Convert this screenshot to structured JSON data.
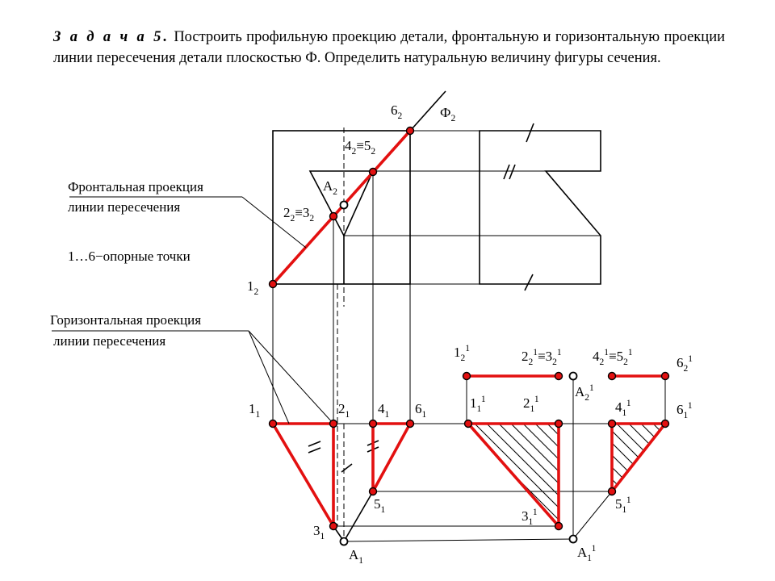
{
  "task": {
    "title": "З а д а ч а 5.",
    "text": "Построить профильную проекцию детали, фронтальную и горизонтальную проекции линии пересечения детали плоскостью Ф. Определить натуральную величину фигуры сечения."
  },
  "callouts": {
    "frontal_line1": "Фронтальная проекция",
    "frontal_line2": "линии пересечения",
    "reference": "1…6−опорные точки",
    "horizontal_line1": "Горизонтальная проекция",
    "horizontal_line2": "линии пересечения"
  },
  "labels": {
    "phi2": [
      "Ф",
      "2"
    ],
    "p6_2": [
      "6",
      "2"
    ],
    "p45_2": [
      "4",
      "2",
      "≡5",
      "2"
    ],
    "pA2": [
      "A",
      "2"
    ],
    "p23_2": [
      "2",
      "2",
      "≡3",
      "2"
    ],
    "p1_2": [
      "1",
      "2"
    ],
    "p1_1": [
      "1",
      "1"
    ],
    "p2_1": [
      "2",
      "1"
    ],
    "p4_1": [
      "4",
      "1"
    ],
    "p6_1": [
      "6",
      "1"
    ],
    "p5_1": [
      "5",
      "1"
    ],
    "p3_1": [
      "3",
      "1"
    ],
    "pA1": [
      "A",
      "1"
    ],
    "p1_21": [
      "1",
      "2",
      "1"
    ],
    "p23_21": [
      "2",
      "2",
      "1",
      "≡3",
      "2",
      "1"
    ],
    "p45_21": [
      "4",
      "2",
      "1",
      "≡5",
      "2",
      "1"
    ],
    "p6_21": [
      "6",
      "2",
      "1"
    ],
    "pA21": [
      "A",
      "2",
      "1"
    ],
    "p1_11": [
      "1",
      "1",
      "1"
    ],
    "p2_11": [
      "2",
      "1",
      "1"
    ],
    "p4_11": [
      "4",
      "1",
      "1"
    ],
    "p6_11": [
      "6",
      "1",
      "1"
    ],
    "p5_11": [
      "5",
      "1",
      "1"
    ],
    "p3_11": [
      "3",
      "1",
      "1"
    ],
    "pA11": [
      "A",
      "1",
      "1"
    ]
  },
  "colors": {
    "section_line": "#e31010",
    "point_fill": "#e31010",
    "drawing_line": "#000000"
  }
}
